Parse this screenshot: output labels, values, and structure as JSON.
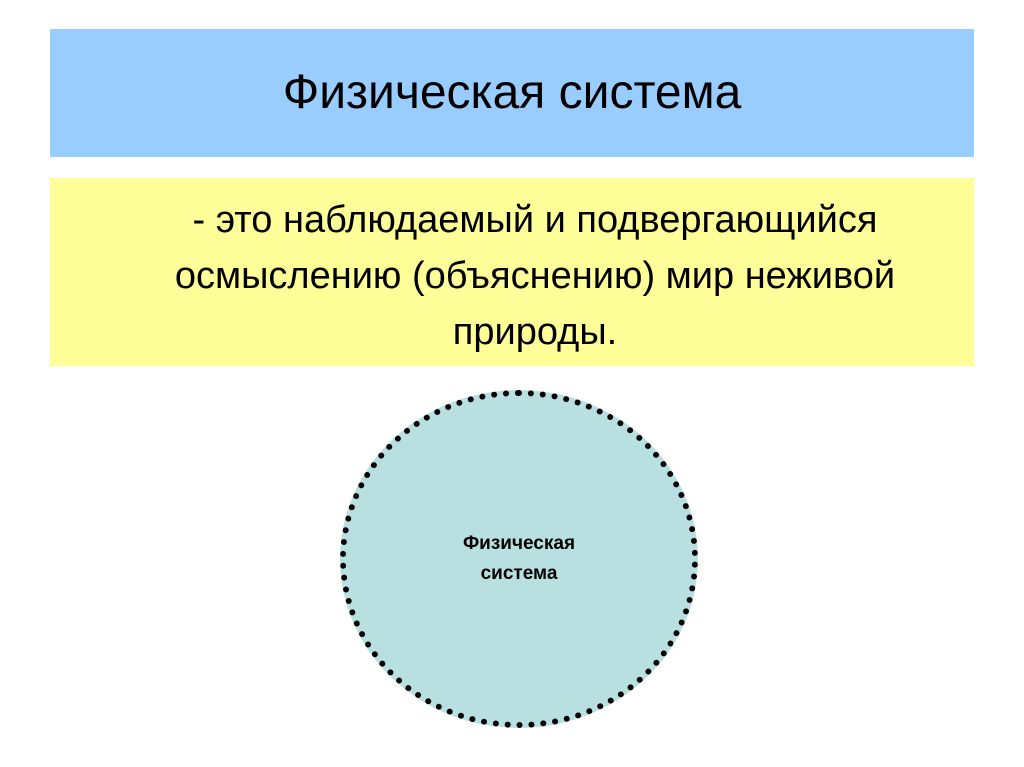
{
  "title": "Физическая система",
  "definition": "- это наблюдаемый и подвергающийся осмыслению (объяснению) мир неживой природы.",
  "diagram": {
    "circle_label": "Физическая\nсистема"
  },
  "colors": {
    "title_background": "#99ccff",
    "definition_background": "#ffff99",
    "circle_fill": "#b9e0e0",
    "circle_border": "#000000"
  }
}
